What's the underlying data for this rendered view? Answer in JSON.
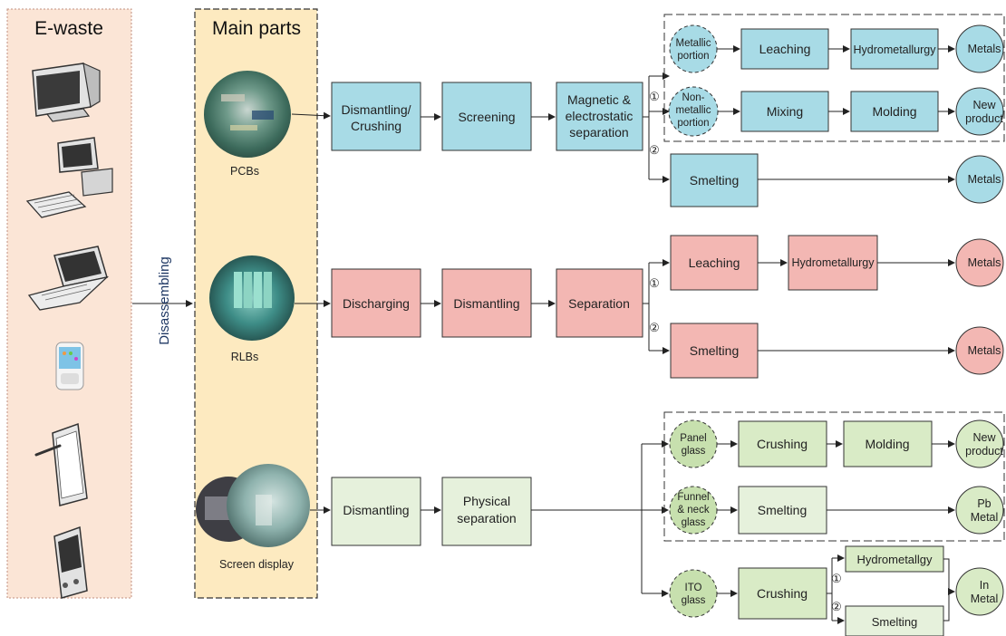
{
  "colors": {
    "blue": "#a8dbe6",
    "red": "#f3b7b3",
    "green": "#d9ebc6",
    "panel_bg": "#fbe5d6",
    "parts_bg": "#fdeac0",
    "stroke": "#333333",
    "accent": "#1f3864"
  },
  "columns": {
    "ewaste_title": "E-waste",
    "parts_title": "Main parts",
    "disassembling": "Disassembling"
  },
  "devices": [
    "crt-monitor-icon",
    "desktop-pc-icon",
    "laptop-icon",
    "smartphone-icon",
    "tablet-icon",
    "pda-icon"
  ],
  "parts": [
    "PCBs",
    "RLBs",
    "Screen display"
  ],
  "pcb": {
    "step1": [
      "Dismantling/",
      "Crushing"
    ],
    "step2": "Screening",
    "step3": [
      "Magnetic &",
      "electrostatic",
      "separation"
    ],
    "metallic": [
      "Metallic",
      "portion"
    ],
    "nonmetallic": [
      "Non-",
      "metallic",
      "portion"
    ],
    "leaching": "Leaching",
    "hydro": "Hydrometallurgy",
    "metals_a": "Metals",
    "mixing": "Mixing",
    "molding": "Molding",
    "new_product": [
      "New",
      "product"
    ],
    "smelting": "Smelting",
    "metals_b": "Metals",
    "route1": "①",
    "route2": "②"
  },
  "rlb": {
    "step1": "Discharging",
    "step2": "Dismantling",
    "step3": "Separation",
    "leaching": "Leaching",
    "hydro": "Hydrometallurgy",
    "metals_a": "Metals",
    "smelting": "Smelting",
    "metals_b": "Metals",
    "route1": "①",
    "route2": "②"
  },
  "screen": {
    "step1": "Dismantling",
    "step2": [
      "Physical",
      "separation"
    ],
    "panel_glass": [
      "Panel",
      "glass"
    ],
    "crushing_a": "Crushing",
    "molding": "Molding",
    "new_product": [
      "New",
      "product"
    ],
    "funnel": [
      "Funnel",
      "& neck",
      "glass"
    ],
    "smelting_a": "Smelting",
    "pb_metal": [
      "Pb",
      "Metal"
    ],
    "ito": [
      "ITO",
      "glass"
    ],
    "crushing_b": "Crushing",
    "hydro": "Hydrometallgy",
    "smelting_b": "Smelting",
    "in_metal": [
      "In",
      "Metal"
    ],
    "route1": "①",
    "route2": "②"
  }
}
